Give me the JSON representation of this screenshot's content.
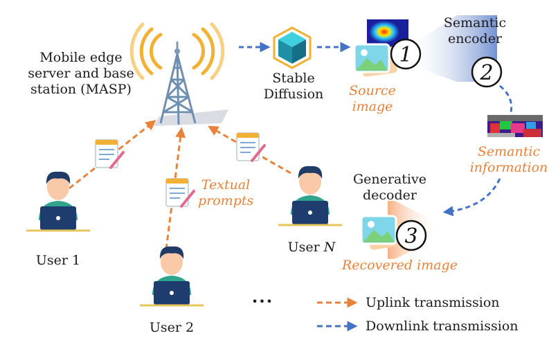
{
  "base_station": {
    "label_line1": "Mobile edge",
    "label_line2": "server and base",
    "label_line3": "station (MASP)"
  },
  "stable_diffusion": {
    "line1": "Stable",
    "line2": "Diffusion"
  },
  "source_image": {
    "line1": "Source",
    "line2": "image",
    "number": "1"
  },
  "semantic_encoder": {
    "line1": "Semantic",
    "line2": "encoder",
    "number": "2"
  },
  "semantic_information": {
    "line1": "Semantic",
    "line2": "information"
  },
  "generative_decoder": {
    "line1": "Generative",
    "line2": "decoder",
    "number": "3"
  },
  "recovered_image": {
    "label": "Recovered image"
  },
  "textual_prompts": {
    "line1": "Textual",
    "line2": "prompts"
  },
  "users": {
    "user1": "User 1",
    "user2": "User 2",
    "userN_prefix": "User ",
    "userN_suffix": "N",
    "ellipsis": "•••"
  },
  "legend": {
    "uplink": "Uplink transmission",
    "downlink": "Downlink transmission"
  },
  "colors": {
    "uplink": "#e8823a",
    "downlink": "#4472c4",
    "orange_text": "#e8823a"
  }
}
